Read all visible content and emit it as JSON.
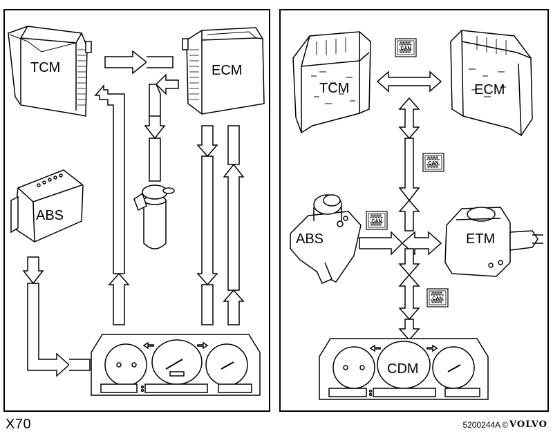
{
  "left_panel": {
    "labels": {
      "tcm": "TCM",
      "ecm": "ECM",
      "abs": "ABS"
    }
  },
  "right_panel": {
    "labels": {
      "tcm": "TCM",
      "ecm": "ECM",
      "abs": "ABS",
      "etm": "ETM",
      "cdm": "CDM"
    },
    "can_badge_text": "CAN",
    "can_badge_count": 4
  },
  "footer": {
    "model": "X70",
    "ref": "5200244A",
    "copyright": "©",
    "brand": "VOLVO"
  }
}
